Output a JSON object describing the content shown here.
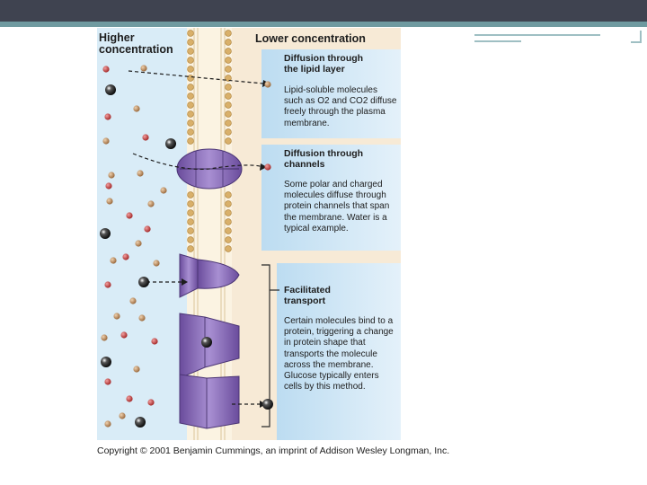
{
  "slide": {
    "colors": {
      "topbar": "#3f4350",
      "accent": "#6f9aa0",
      "rule": "#9fbfc3"
    }
  },
  "figure": {
    "header_left": "Higher concentration",
    "header_right": "Lower concentration",
    "boxes": [
      {
        "title": "Diffusion through the lipid layer",
        "body": "Lipid-soluble molecules such as O2 and CO2 diffuse freely through the plasma membrane."
      },
      {
        "title": "Diffusion through channels",
        "body": "Some polar and charged molecules diffuse through protein channels that span the membrane. Water is a typical example."
      },
      {
        "title": "Facilitated transport",
        "body": "Certain molecules bind to a protein, triggering a change in protein shape that transports the molecule across the membrane. Glucose typically enters cells by this method."
      }
    ],
    "colors": {
      "high_side": "#d9ecf7",
      "low_side": "#f7ead6",
      "membrane_head": "#d9b06a",
      "protein": "#8a6bb8",
      "box_bg": "#cfe6f5",
      "red_molecule": "#c0393b",
      "tan_molecule": "#b9895a",
      "black_molecule": "#1a1a1a"
    },
    "icons": [
      "red-molecule-icon",
      "tan-molecule-icon",
      "black-molecule-icon",
      "channel-protein-icon",
      "carrier-protein-icon",
      "dashed-arrow-icon"
    ]
  },
  "copyright": "Copyright © 2001 Benjamin Cummings, an imprint of Addison Wesley Longman, Inc."
}
